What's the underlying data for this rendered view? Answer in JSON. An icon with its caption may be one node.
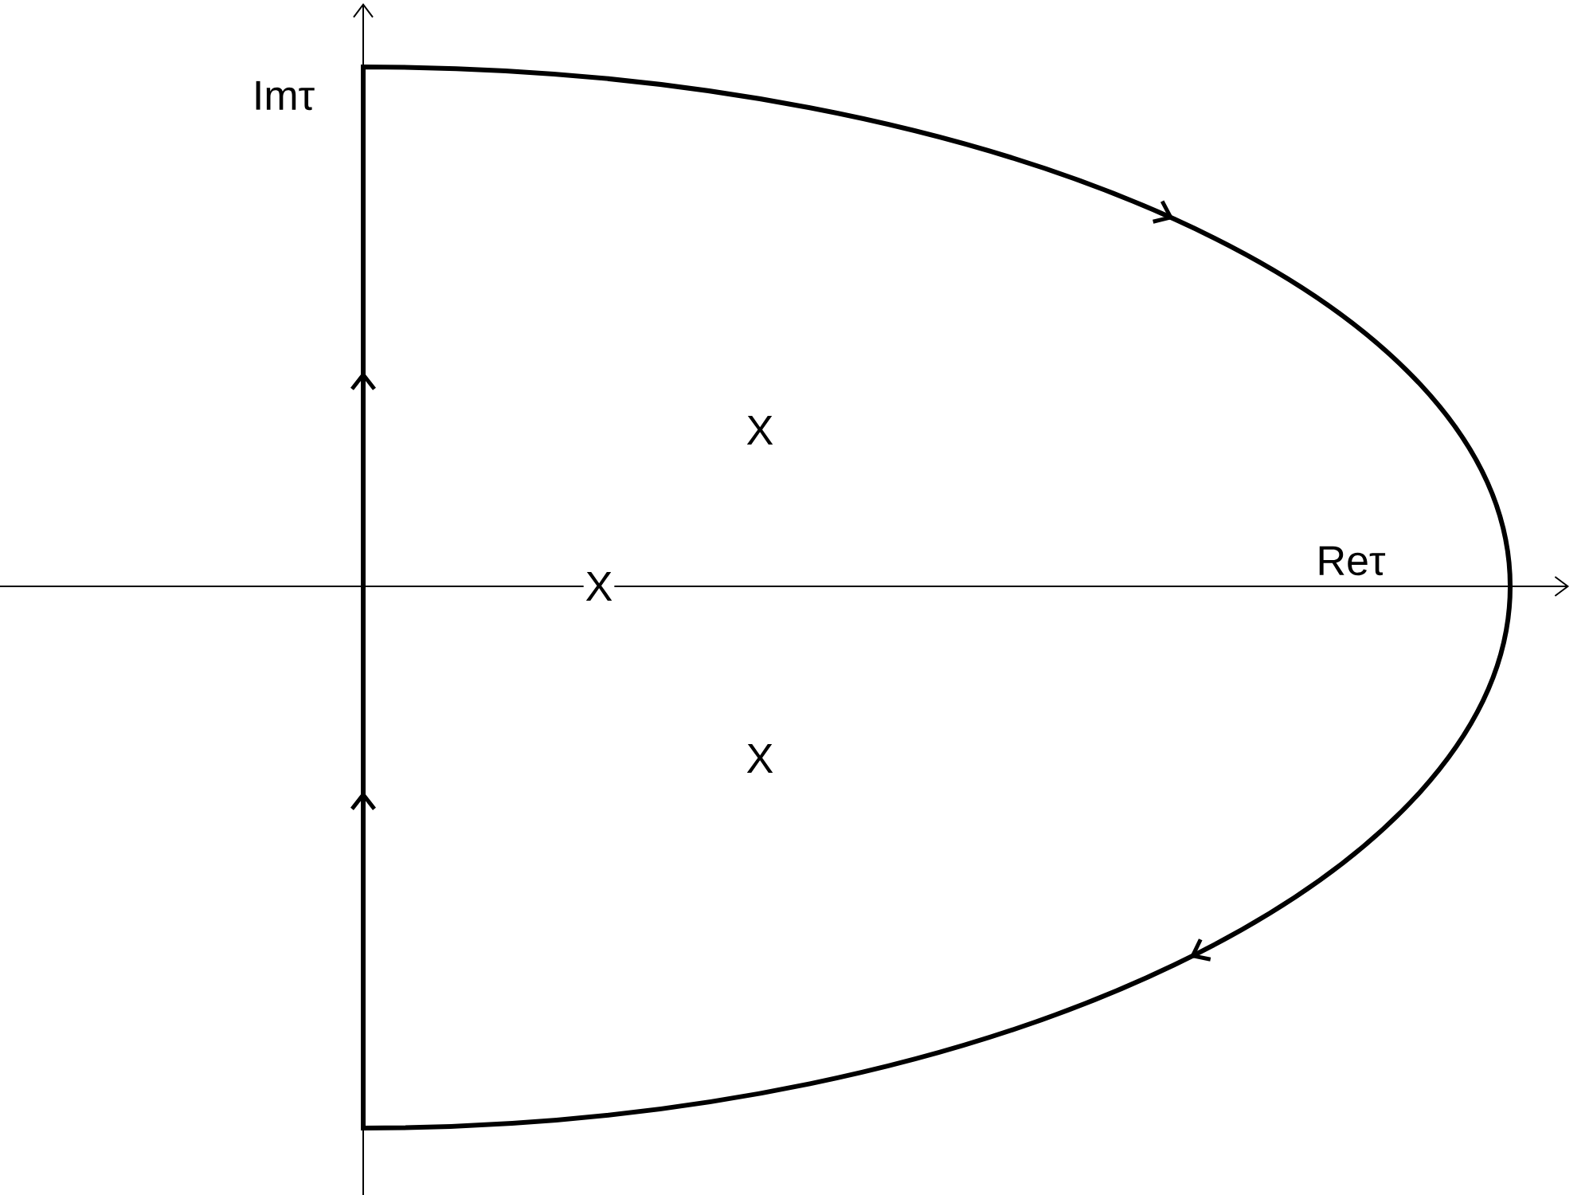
{
  "diagram": {
    "labels": [
      "Imτ",
      "Reτ",
      "X",
      "X",
      "X"
    ]
  }
}
